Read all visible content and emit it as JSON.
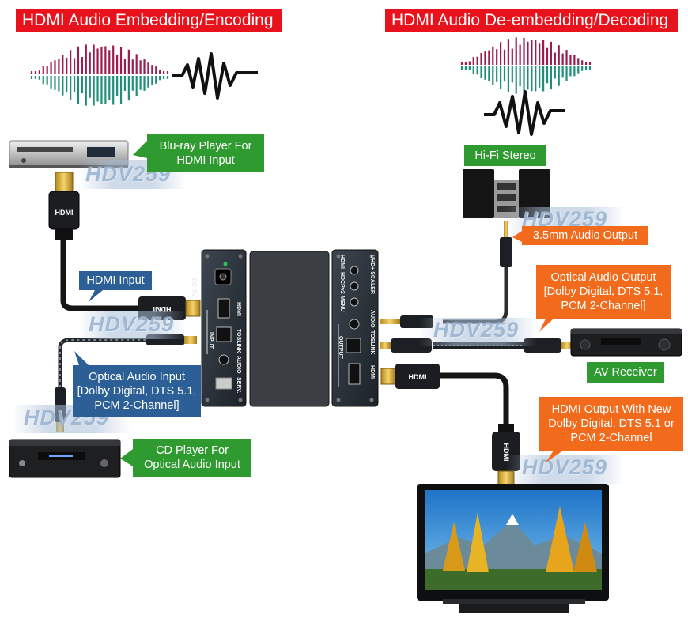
{
  "titles": {
    "left": "HDMI Audio Embedding/Encoding",
    "right": "HDMI Audio De-embedding/Decoding"
  },
  "labels": {
    "bluray": [
      "Blu-ray Player For",
      "HDMI Input"
    ],
    "hdmi_input": [
      "HDMI Input"
    ],
    "optical_input": [
      "Optical Audio Input",
      "[Dolby Digital, DTS 5.1,",
      "PCM 2-Channel]"
    ],
    "cd_player": [
      "CD Player For",
      "Optical Audio Input"
    ],
    "hifi": [
      "Hi-Fi Stereo"
    ],
    "audio_35": [
      "3.5mm Audio Output"
    ],
    "optical_output": [
      "Optical Audio Output",
      "[Dolby Digital, DTS 5.1,",
      "PCM 2-Channel]"
    ],
    "av_receiver": [
      "AV Receiver"
    ],
    "hdmi_output": [
      "HDMI Output With New",
      "Dolby Digital, DTS 5.1 or",
      "PCM 2-Channel"
    ]
  },
  "watermark": "HDV259",
  "device": {
    "input_side": {
      "dc": "DC 5V",
      "hdmi": "HDMI",
      "input": "INPUT",
      "toslink": "TOSLINK",
      "audio": "AUDIO",
      "serv": "SERV."
    },
    "output_side": {
      "brand": "HDMI",
      "hdcp": "HDCPv2",
      "menu": "MENU",
      "scaler": "UHD+ SCALER",
      "output": "OUTPUT",
      "toslink": "TOSLINK",
      "audio": "AUDIO",
      "hdmi": "HDMI"
    }
  },
  "connector_text": "HDMI",
  "colors": {
    "title_red": "#e8121c",
    "label_green": "#2f9a2f",
    "label_blue": "#2b5f95",
    "label_orange": "#f26a1b",
    "wave_pink": "#9c1b4d",
    "wave_teal": "#1f8f7a"
  }
}
